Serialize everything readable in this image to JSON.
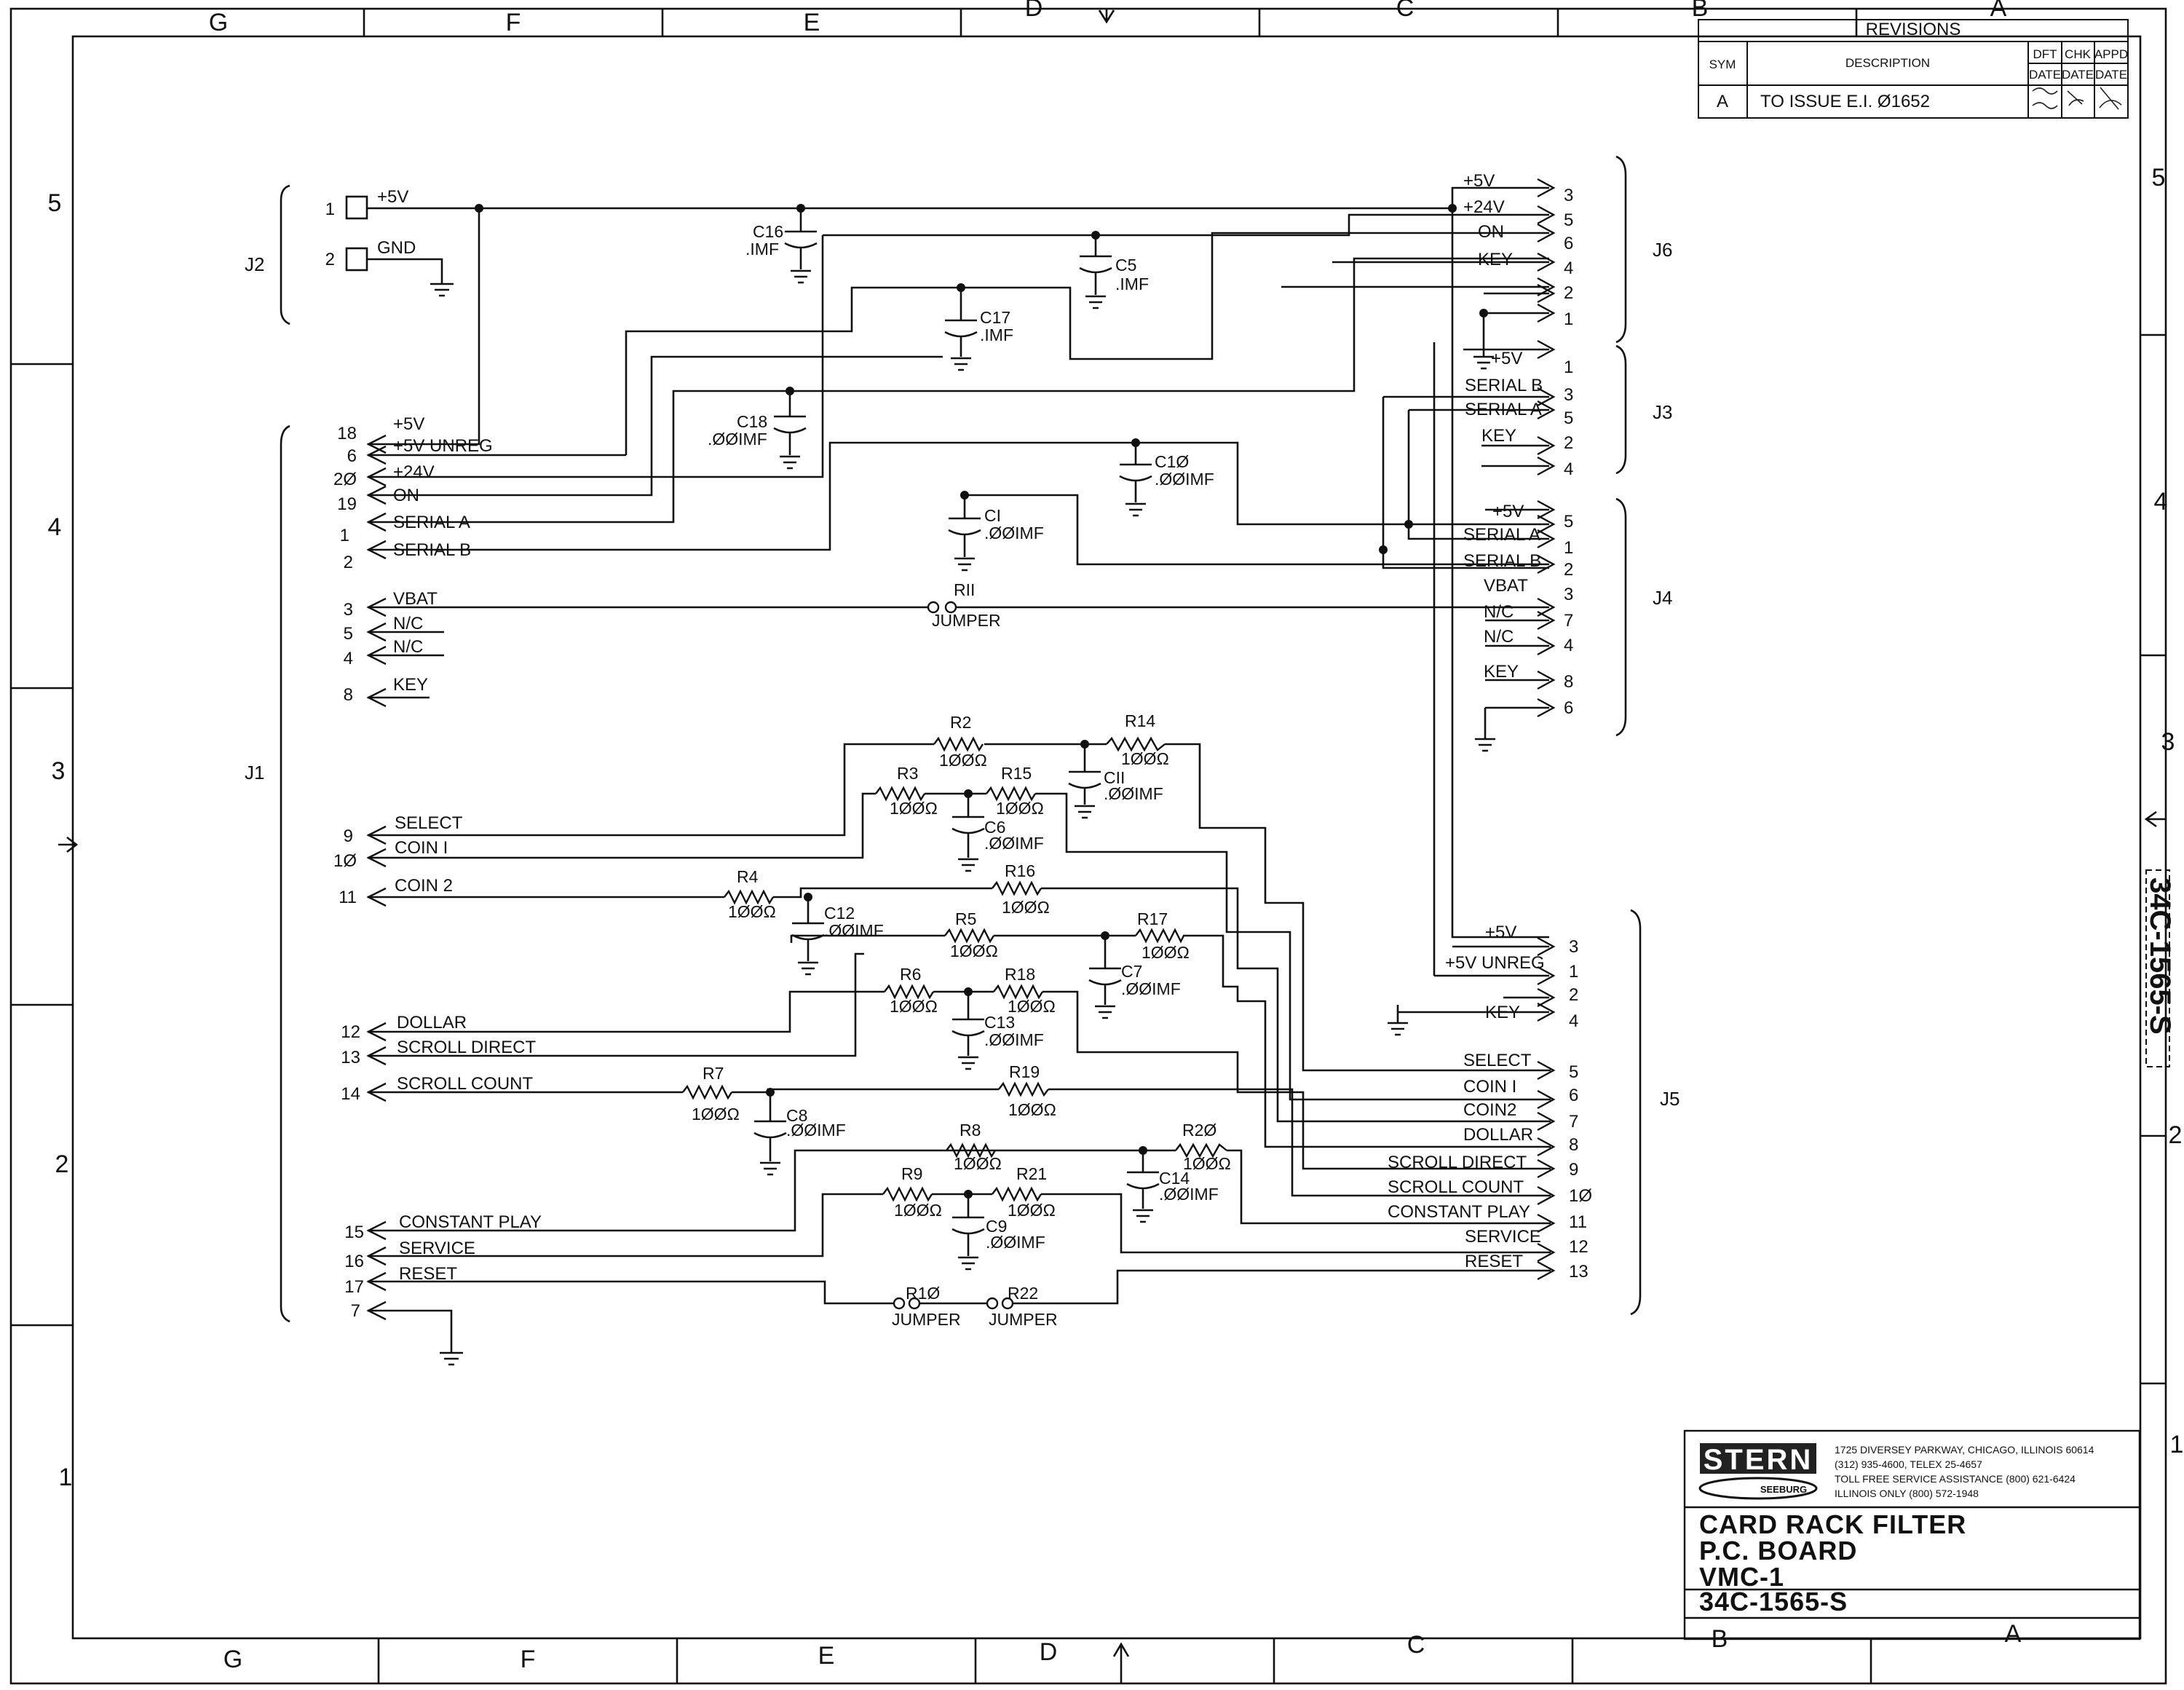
{
  "zones": {
    "cols_top": [
      "G",
      "F",
      "E",
      "D",
      "C",
      "B",
      "A"
    ],
    "cols_bottom": [
      "G",
      "F",
      "E",
      "D",
      "C",
      "B",
      "A"
    ],
    "rows": [
      "5",
      "4",
      "3",
      "2",
      "1"
    ]
  },
  "revisions": {
    "title": "REVISIONS",
    "headers": {
      "sym": "SYM",
      "desc": "DESCRIPTION",
      "dft": "DFT",
      "chk": "CHK",
      "appd": "APPD",
      "date": "DATE"
    },
    "rows": [
      {
        "sym": "A",
        "desc": "TO ISSUE E.I. Ø1652"
      }
    ]
  },
  "connectors": {
    "j1": "J1",
    "j2": "J2",
    "j3": "J3",
    "j4": "J4",
    "j5": "J5",
    "j6": "J6"
  },
  "j2": {
    "p1": {
      "pin": "1",
      "net": "+5V"
    },
    "p2": {
      "pin": "2",
      "net": "GND"
    }
  },
  "j1": {
    "p18": {
      "pin": "18",
      "net": "+5V"
    },
    "p6": {
      "pin": "6",
      "net": "+5V UNREG"
    },
    "p20": {
      "pin": "2Ø",
      "net": "+24V"
    },
    "p19": {
      "pin": "19",
      "net": "ON"
    },
    "p1": {
      "pin": "1",
      "net": "SERIAL A"
    },
    "p2": {
      "pin": "2",
      "net": "SERIAL B"
    },
    "p3": {
      "pin": "3",
      "net": "VBAT"
    },
    "p5": {
      "pin": "5",
      "net": "N/C"
    },
    "p4": {
      "pin": "4",
      "net": "N/C"
    },
    "p8": {
      "pin": "8",
      "net": "KEY"
    },
    "p9": {
      "pin": "9",
      "net": "SELECT"
    },
    "p10": {
      "pin": "1Ø",
      "net": "COIN I"
    },
    "p11": {
      "pin": "11",
      "net": "COIN 2"
    },
    "p12": {
      "pin": "12",
      "net": "DOLLAR"
    },
    "p13": {
      "pin": "13",
      "net": "SCROLL DIRECT"
    },
    "p14": {
      "pin": "14",
      "net": "SCROLL COUNT"
    },
    "p15": {
      "pin": "15",
      "net": "CONSTANT PLAY"
    },
    "p16": {
      "pin": "16",
      "net": "SERVICE"
    },
    "p17": {
      "pin": "17",
      "net": "RESET"
    },
    "p7": {
      "pin": "7"
    }
  },
  "j6": {
    "p3": {
      "pin": "3",
      "net": "+5V"
    },
    "p5": {
      "pin": "5",
      "net": "+24V"
    },
    "p6": {
      "pin": "6",
      "net": "ON"
    },
    "p4": {
      "pin": "4",
      "net": "KEY"
    },
    "p2": {
      "pin": "2"
    },
    "p1": {
      "pin": "1"
    }
  },
  "j3": {
    "p1": {
      "pin": "1",
      "net": "+5V"
    },
    "p3": {
      "pin": "3",
      "net": "SERIAL B"
    },
    "p5": {
      "pin": "5",
      "net": "SERIAL A"
    },
    "p2": {
      "pin": "2",
      "net": "KEY"
    },
    "p4": {
      "pin": "4"
    }
  },
  "j4": {
    "p5": {
      "pin": "5",
      "net": "+5V"
    },
    "p1": {
      "pin": "1",
      "net": "SERIAL A"
    },
    "p2": {
      "pin": "2",
      "net": "SERIAL B"
    },
    "p3": {
      "pin": "3",
      "net": "VBAT"
    },
    "p7": {
      "pin": "7",
      "net": "N/C"
    },
    "p4": {
      "pin": "4",
      "net": "N/C"
    },
    "p8": {
      "pin": "8",
      "net": "KEY"
    },
    "p6": {
      "pin": "6"
    }
  },
  "j5": {
    "p3": {
      "pin": "3",
      "net": "+5V"
    },
    "p1": {
      "pin": "1",
      "net": "+5V UNREG"
    },
    "p2": {
      "pin": "2"
    },
    "p4": {
      "pin": "4",
      "net": "KEY"
    },
    "p5": {
      "pin": "5",
      "net": "SELECT"
    },
    "p6": {
      "pin": "6",
      "net": "COIN I"
    },
    "p7": {
      "pin": "7",
      "net": "COIN2"
    },
    "p8": {
      "pin": "8",
      "net": "DOLLAR"
    },
    "p9": {
      "pin": "9",
      "net": "SCROLL DIRECT"
    },
    "p10": {
      "pin": "1Ø",
      "net": "SCROLL COUNT"
    },
    "p11": {
      "pin": "11",
      "net": "CONSTANT PLAY"
    },
    "p12": {
      "pin": "12",
      "net": "SERVICE"
    },
    "p13": {
      "pin": "13",
      "net": "RESET"
    }
  },
  "components": {
    "c16": {
      "ref": "C16",
      "val": ".IMF"
    },
    "c5": {
      "ref": "C5",
      "val": ".IMF"
    },
    "c17": {
      "ref": "C17",
      "val": ".IMF"
    },
    "c18": {
      "ref": "C18",
      "val": ".ØØIMF"
    },
    "c10": {
      "ref": "C1Ø",
      "val": ".ØØIMF"
    },
    "c1": {
      "ref": "CI",
      "val": ".ØØIMF"
    },
    "r11": {
      "ref": "RII",
      "val": "JUMPER"
    },
    "r2": {
      "ref": "R2",
      "val": "1ØØΩ"
    },
    "r14": {
      "ref": "R14",
      "val": "1ØØΩ"
    },
    "c11": {
      "ref": "CII",
      "val": ".ØØIMF"
    },
    "r3": {
      "ref": "R3",
      "val": "1ØØΩ"
    },
    "r15": {
      "ref": "R15",
      "val": "1ØØΩ"
    },
    "c6": {
      "ref": "C6",
      "val": ".ØØIMF"
    },
    "r4": {
      "ref": "R4",
      "val": "1ØØΩ"
    },
    "c12": {
      "ref": "C12",
      "val": ".ØØIMF"
    },
    "r16": {
      "ref": "R16",
      "val": "1ØØΩ"
    },
    "r5": {
      "ref": "R5",
      "val": "1ØØΩ"
    },
    "r17": {
      "ref": "R17",
      "val": "1ØØΩ"
    },
    "c7": {
      "ref": "C7",
      "val": ".ØØIMF"
    },
    "r6": {
      "ref": "R6",
      "val": "1ØØΩ"
    },
    "r18": {
      "ref": "R18",
      "val": "1ØØΩ"
    },
    "c13": {
      "ref": "C13",
      "val": ".ØØIMF"
    },
    "r7": {
      "ref": "R7",
      "val": "1ØØΩ"
    },
    "r19": {
      "ref": "R19",
      "val": "1ØØΩ"
    },
    "c8": {
      "ref": "C8",
      "val": ".ØØIMF"
    },
    "r8": {
      "ref": "R8",
      "val": "1ØØΩ"
    },
    "r20": {
      "ref": "R2Ø",
      "val": "1ØØΩ"
    },
    "c14": {
      "ref": "C14",
      "val": ".ØØIMF"
    },
    "r9": {
      "ref": "R9",
      "val": "1ØØΩ"
    },
    "r21": {
      "ref": "R21",
      "val": "1ØØΩ"
    },
    "c9": {
      "ref": "C9",
      "val": ".ØØIMF"
    },
    "r10": {
      "ref": "R1Ø",
      "val": "JUMPER"
    },
    "r22": {
      "ref": "R22",
      "val": "JUMPER"
    }
  },
  "title_block": {
    "logo": "STERN",
    "logo_sub": "SEEBURG",
    "address": [
      "1725 DIVERSEY PARKWAY, CHICAGO, ILLINOIS 60614",
      "(312) 935-4600, TELEX 25-4657",
      "TOLL FREE SERVICE ASSISTANCE (800) 621-6424",
      "ILLINOIS ONLY (800) 572-1948"
    ],
    "title_lines": [
      "CARD RACK FILTER",
      "P.C. BOARD",
      "VMC-1"
    ],
    "drawing_number": "34C-1565-S"
  },
  "side_stamp": "34C-1565-S"
}
